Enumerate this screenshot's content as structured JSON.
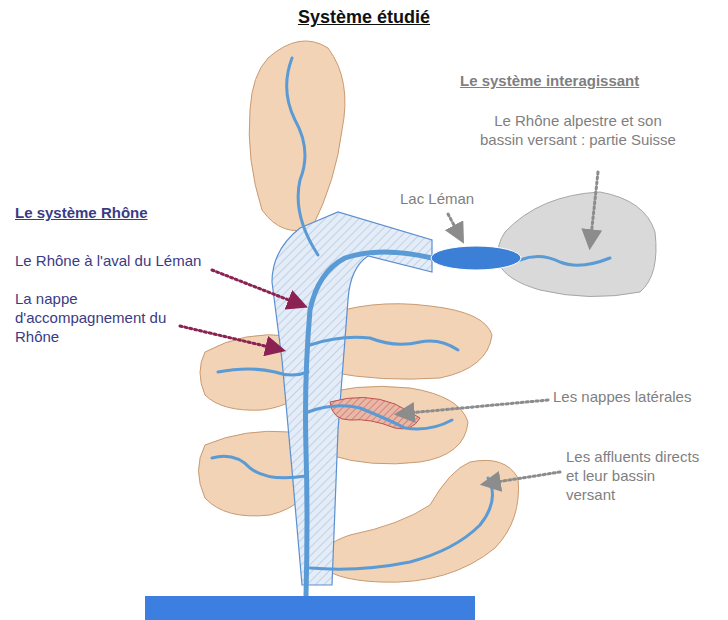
{
  "diagram": {
    "title": "Système étudié",
    "labels": [
      "Le système interagissant",
      "Le Rhône alpestre et son bassin versant : partie Suisse",
      "Lac Léman",
      "Le système Rhône",
      "Le Rhône à l'aval du Léman",
      "La nappe d'accompagnement du Rhône",
      "Les nappes latérales",
      "Les affluents directs et leur bassin versant"
    ]
  }
}
